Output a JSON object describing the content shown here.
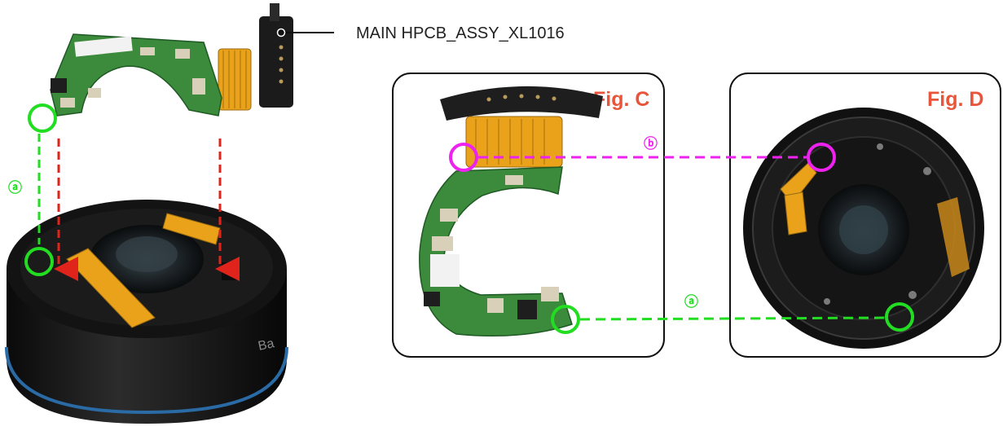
{
  "part_label": "MAIN HPCB_ASSY_XL1016",
  "figures": {
    "c": {
      "label": "Fig. C"
    },
    "d": {
      "label": "Fig. D"
    }
  },
  "markers": {
    "a": {
      "symbol": "ⓐ",
      "color": "#22dd22"
    },
    "b": {
      "symbol": "ⓑ",
      "color": "#ee22ee"
    }
  },
  "colors": {
    "arrow": "#e0241b",
    "frame": "#111111",
    "figure_label": "#e8553a"
  }
}
